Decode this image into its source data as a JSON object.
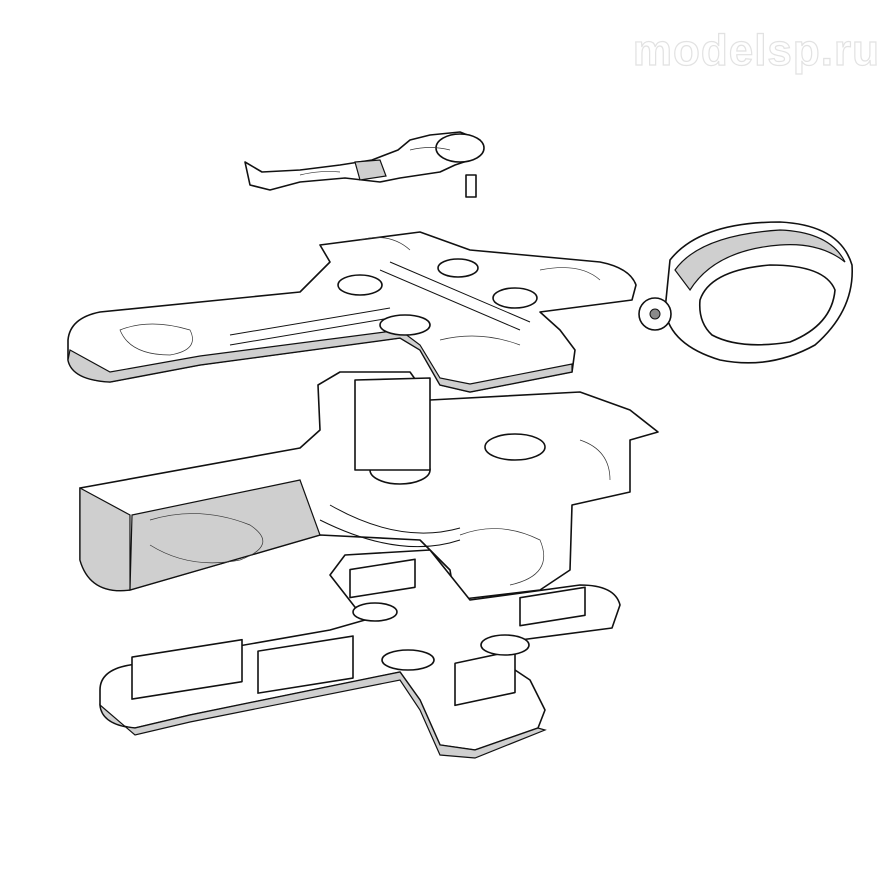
{
  "watermark": "modelsp.ru",
  "parts": [
    "crucifix-figure",
    "cross-top-layer",
    "bail-ring",
    "cross-middle-frame",
    "cross-bottom-plate"
  ]
}
